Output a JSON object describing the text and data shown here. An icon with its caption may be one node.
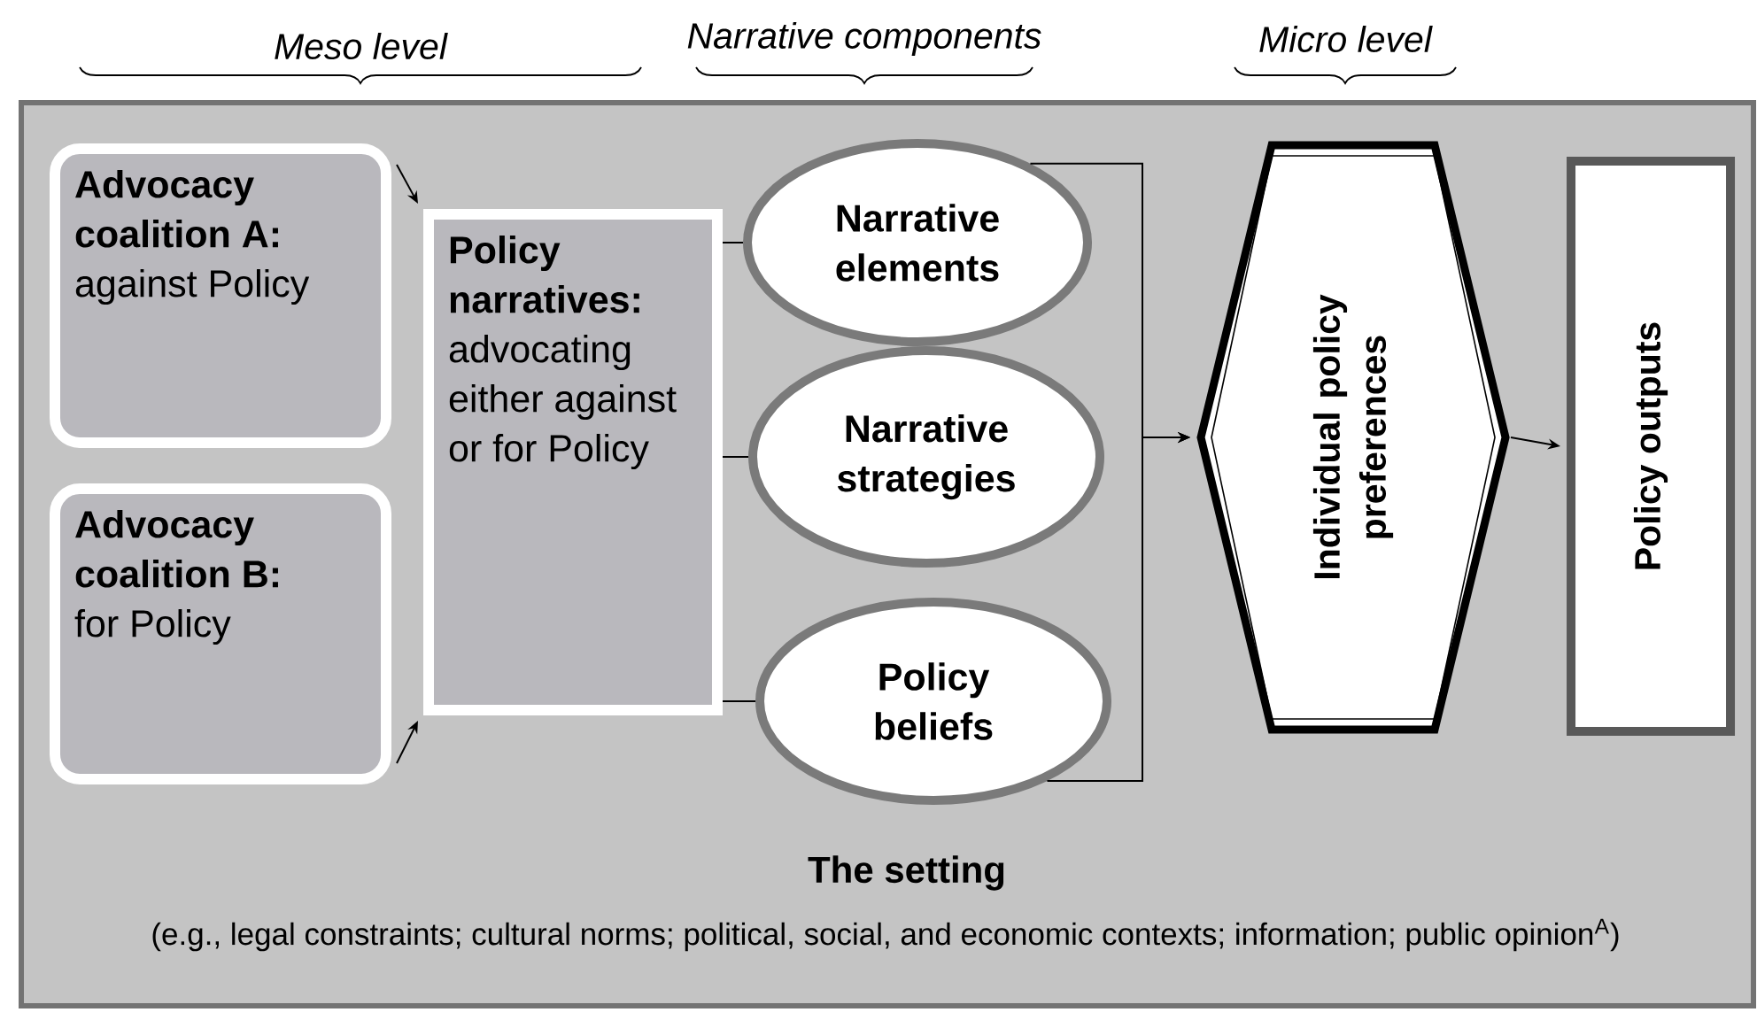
{
  "diagram": {
    "nodes": [
      {
        "text": [
          "The setting",
          "(e.g., legal constraints; cultural norms; political, social, and economic contexts; information; public opinion$^{A}$)"
        ]
      },
      {
        "text": [
          "Advocacy coalition A:",
          "against Policy"
        ],
        "in": 0
      },
      {
        "text": [
          "Advocacy coalition B:",
          "for Policy"
        ],
        "in": 0
      },
      {
        "text": [
          "Policy narratives:",
          "advocating either against or for Policy"
        ],
        "in": 0
      },
      {
        "text": [
          "Narrative elements"
        ],
        "in": 0
      },
      {
        "text": [
          "Narrative strategies"
        ],
        "in": 0
      },
      {
        "text": [
          "Policy beliefs"
        ],
        "in": 0
      },
      {
        "text": [
          "Individual policy preferences"
        ],
        "in": 0
      },
      {
        "text": [
          "Policy outputs"
        ],
        "in": 0
      }
    ],
    "edges": [
      {
        "from": 1,
        "to": 3,
        "arrow": "to"
      },
      {
        "from": 2,
        "to": 3,
        "arrow": "to"
      },
      {
        "from": 3,
        "to": 4,
        "arrow": "none"
      },
      {
        "from": 3,
        "to": 5,
        "arrow": "none"
      },
      {
        "from": 3,
        "to": 6,
        "arrow": "none"
      },
      {
        "from": 4,
        "to": 7,
        "arrow": "to"
      },
      {
        "from": 5,
        "to": 7,
        "arrow": "to"
      },
      {
        "from": 6,
        "to": 7,
        "arrow": "to"
      },
      {
        "from": 7,
        "to": 8,
        "arrow": "to"
      }
    ],
    "labels": [
      "Meso level",
      "Narrative components",
      "Micro level"
    ]
  }
}
